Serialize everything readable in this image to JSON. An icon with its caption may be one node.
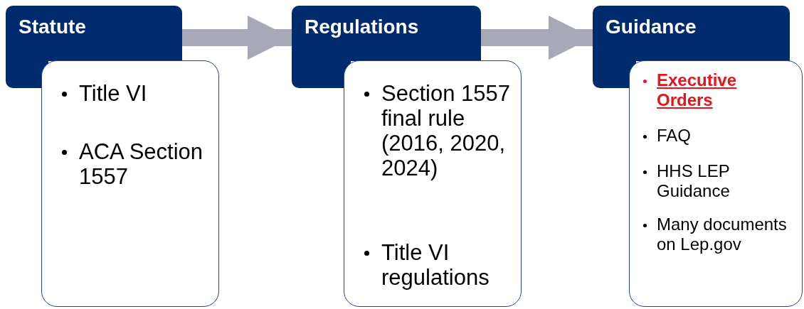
{
  "diagram": {
    "nodes": [
      {
        "text": [
          "Statute"
        ]
      },
      {
        "text": [
          "Title VI",
          "ACA Section 1557"
        ]
      },
      {
        "text": [
          "Regulations"
        ]
      },
      {
        "text": [
          "Section 1557 final rule (2016, 2020, 2024)",
          "Title VI regulations"
        ]
      },
      {
        "text": [
          "Guidance"
        ]
      },
      {
        "text": [
          "**Executive Orders**",
          "FAQ",
          "HHS LEP Guidance",
          "Many documents on Lep.gov"
        ]
      }
    ],
    "edges": [
      {
        "from": 0,
        "to": 2,
        "arrow": "to"
      },
      {
        "from": 2,
        "to": 4,
        "arrow": "to"
      }
    ]
  }
}
